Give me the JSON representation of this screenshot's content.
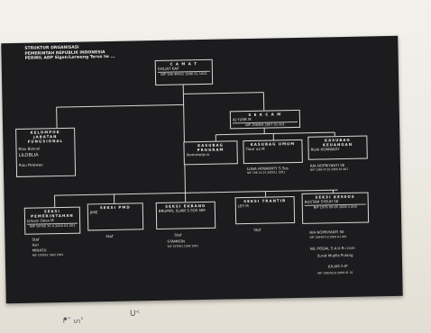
{
  "header": {
    "line1": "STRUKTUR ORGANISASI",
    "line2": "PEMERINTAH REPUBLIK INDONESIA",
    "line3": "PERWIL ADP Sigen/Lerweng Terus Iw ..."
  },
  "nodes": {
    "top": {
      "title": "C A M A T",
      "name": "GOLIAT KAP",
      "sub": "NIP 196 40402 1986 01 1001"
    },
    "sekcam": {
      "title": "S E K C A M",
      "name": "AJ YUSR M",
      "sub": "NIP 198404 2007 01 001"
    },
    "left_group": {
      "title": "KELOMPOK JABATAN FUNGSIONAL",
      "line1": "Riau Boncel",
      "line2": "LILOBLIA",
      "line3": "Riau Pelawau"
    },
    "sub1": {
      "title": "KASUBAG PROGRAM",
      "name": "Ilumunwiyuu",
      "sub": ""
    },
    "sub2": {
      "title": "KASUBAG UMUM",
      "name": "Tiaar ua M",
      "sub": ""
    },
    "sub3": {
      "title": "KASUBAG KEUANGAN",
      "name": "RUAI HOMWASY",
      "sub": ""
    },
    "seksi1": {
      "title": "SEKSI PEMERINTAHAN",
      "name": "Jaluaui Desa M",
      "sub": "NIP 19760 30 4 2004 01 001"
    },
    "seksi2": {
      "title": "SEKSI PMD",
      "name": "JIME",
      "sub": ""
    },
    "seksi3": {
      "title": "SEKSI EKBANG",
      "name": "BRUMFIL SLAW S.SOS MM",
      "sub": ""
    },
    "seksi4": {
      "title": "SEKSI TRANTIB",
      "name": "LEY M",
      "sub": ""
    },
    "seksi5": {
      "title": "SEKSI KESSOS",
      "name": "RUSTAM SYEUH SE",
      "sub": "NIP 1979 09 06 2006 1 000"
    }
  },
  "labels": {
    "sub2_below": "LUNA HOWAYATY S.Sos",
    "sub2_below_nip": "NIP 198 10 24 200911 1001",
    "sub3_below": "RIA NOPRIYANTI SE",
    "sub3_below_nip": "NIP 1984 0710 2009 01 001",
    "staf1": "Staf",
    "staf2": "Staf",
    "staf3": "Staf",
    "staf4": "Staf",
    "s1_below_a": "Asri",
    "s1_below_b": "MINASU",
    "s1_below_c": "NIP 197009 1983 1001",
    "s3_below_a": "STAMKON",
    "s3_below_b": "NIP 197003 1990 1001",
    "r_a": "RIA NOPRIYANTI SE",
    "r_a_nip": "NIP 19840710 2009 01 001",
    "r_b": "NIL PISDAL S.A.U.R.I com",
    "r_c": "Surat Mujilla Pulang",
    "r_d": "JULIAS S.IP",
    "r_d_nip": "NIP 19820210 2009 01 01"
  },
  "scribbles": {
    "a": "ᖰᐡ ᔕᕐ",
    "b": "ᑌᑉ"
  }
}
